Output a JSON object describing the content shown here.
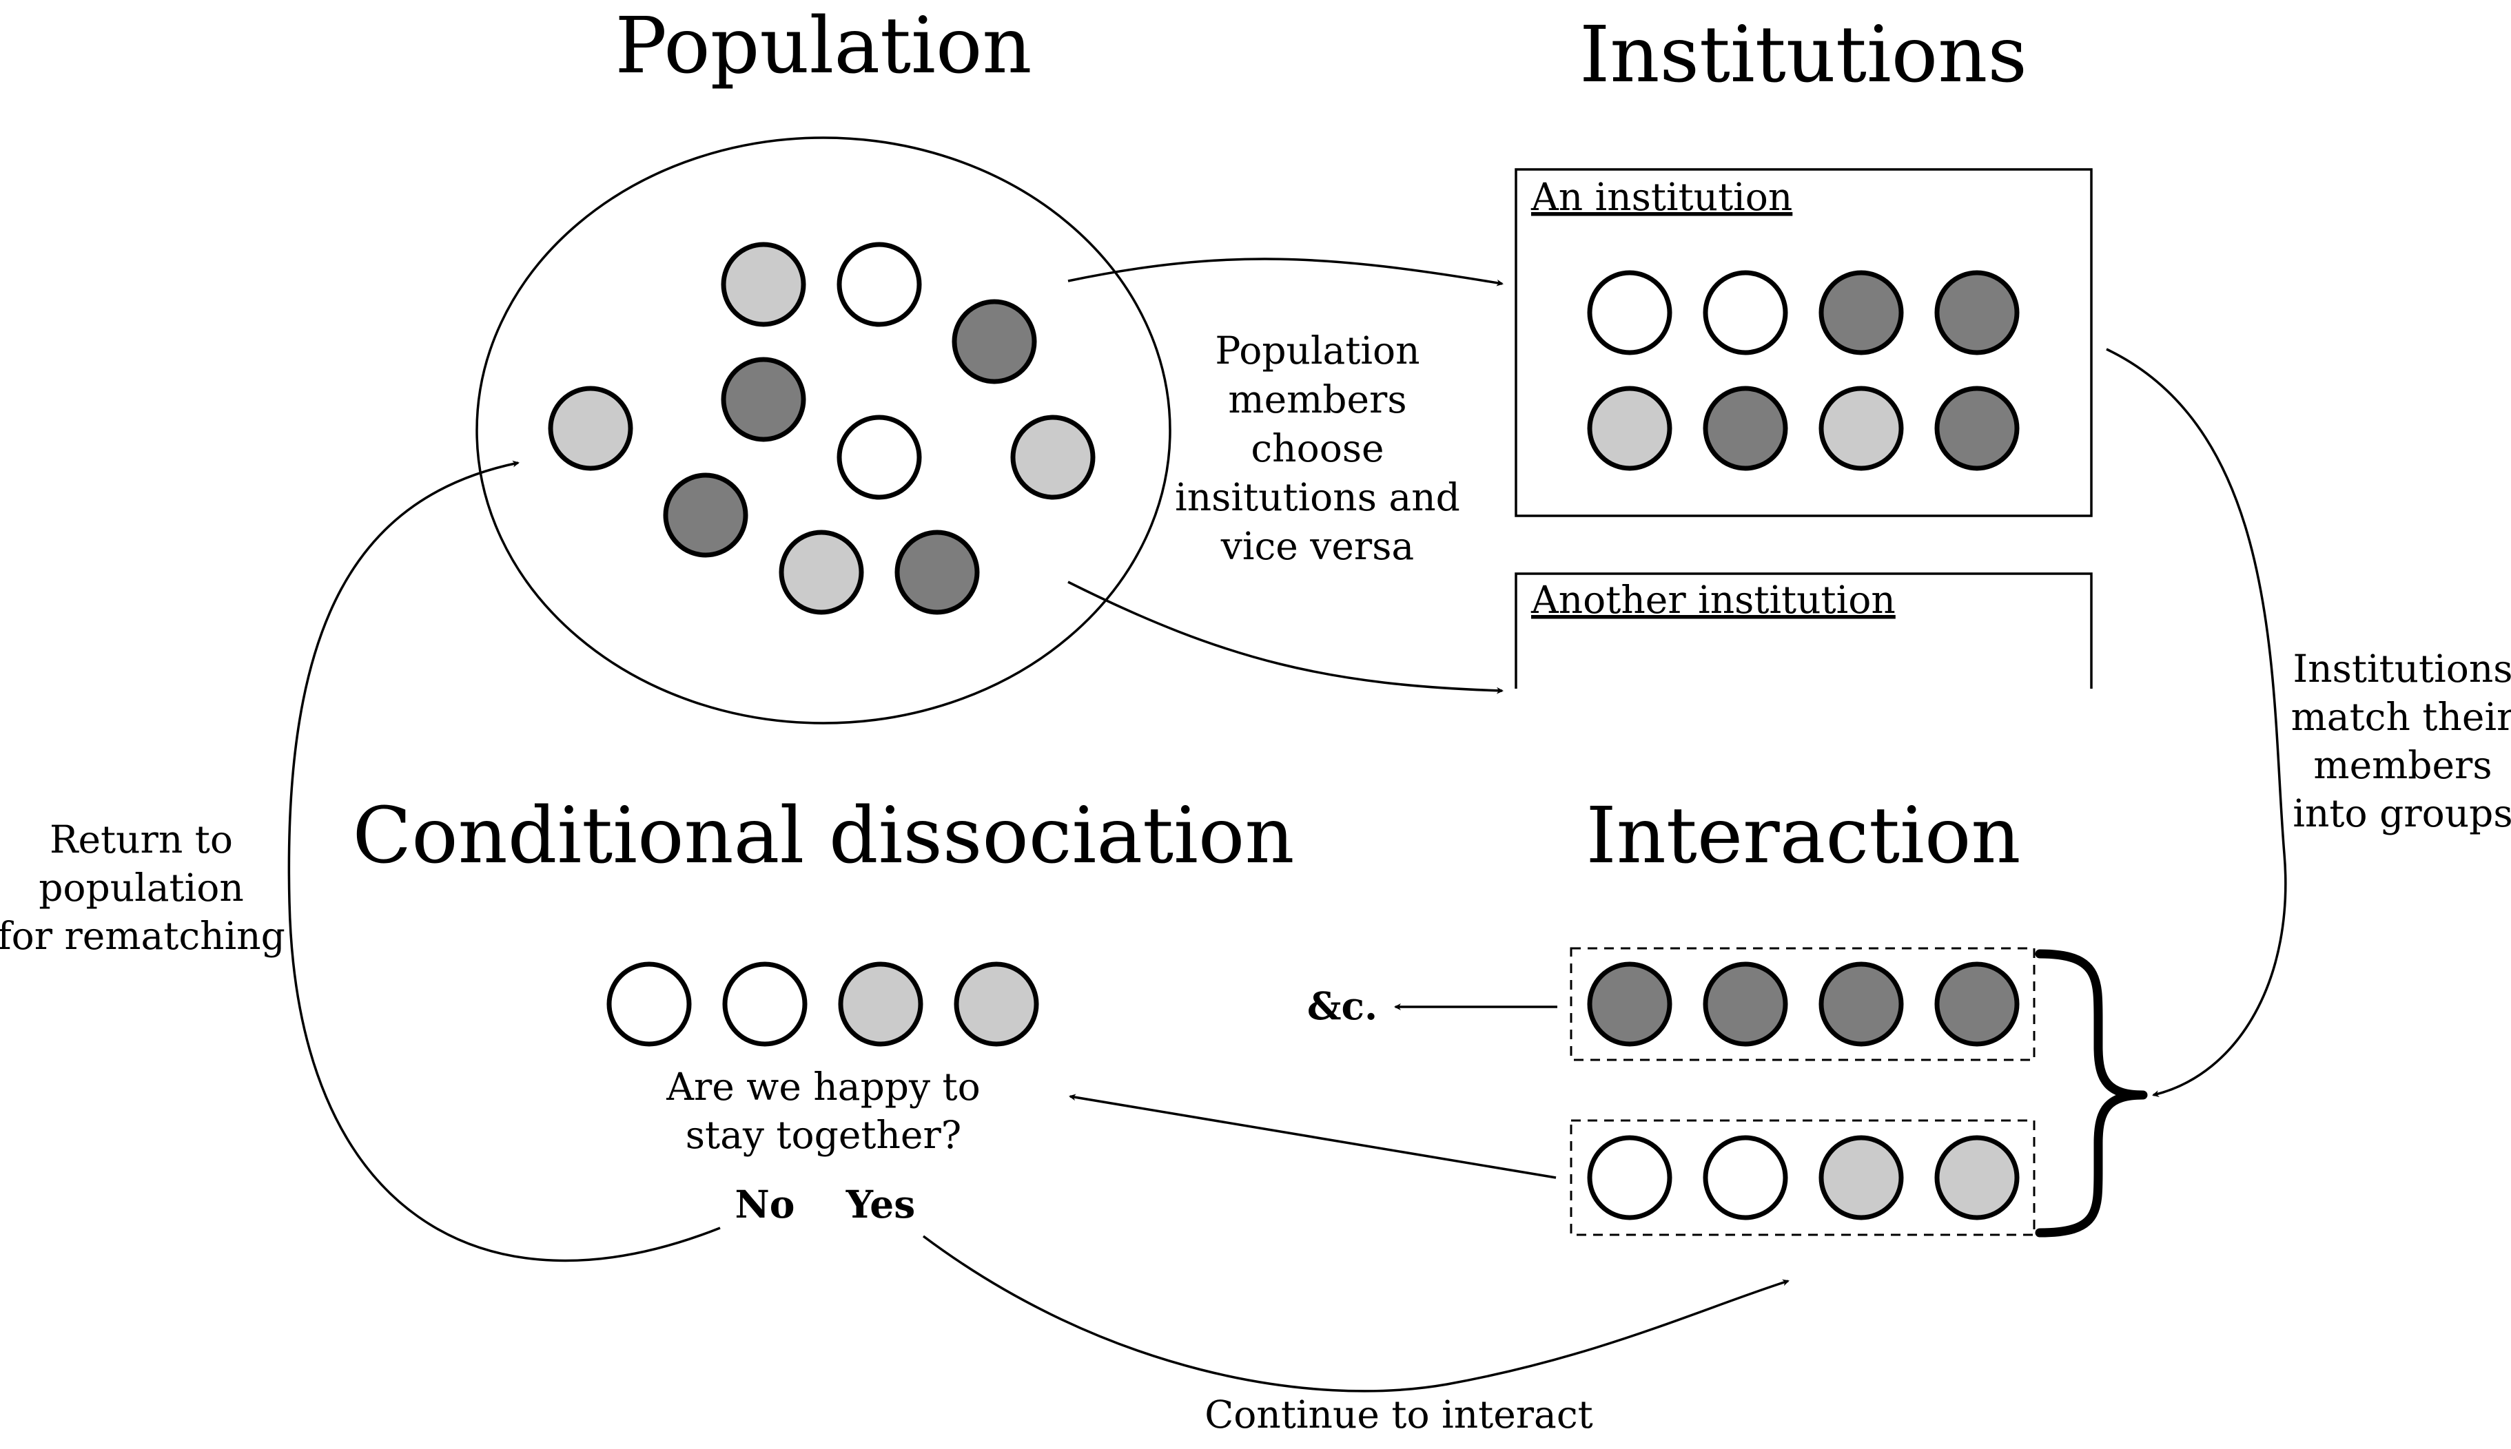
{
  "colors": {
    "white": "#ffffff",
    "light": "#cbcbcb",
    "dark": "#7d7d7d",
    "stroke": "#000000"
  },
  "titles": {
    "population": "Population",
    "institutions": "Institutions",
    "dissociation": "Conditional dissociation",
    "interaction": "Interaction"
  },
  "institutions": {
    "first_label": "An institution",
    "second_label": "Another institution"
  },
  "annotations": {
    "choose": [
      "Population",
      "members",
      "choose",
      "insitutions and",
      "vice versa"
    ],
    "match": [
      "Institutions",
      "match their",
      "members",
      "into groups"
    ],
    "return": [
      "Return to",
      "population",
      "for rematching"
    ],
    "question": [
      "Are we happy to",
      "stay together?"
    ],
    "continue": "Continue to interact",
    "etc": "&c."
  },
  "choices": {
    "no": "No",
    "yes": "Yes"
  },
  "members": {
    "population": [
      "light",
      "white",
      "dark",
      "dark",
      "light",
      "white",
      "light",
      "dark",
      "light",
      "dark"
    ],
    "institution_row1": [
      "white",
      "white",
      "dark",
      "dark"
    ],
    "institution_row2": [
      "light",
      "dark",
      "light",
      "dark"
    ],
    "group1": [
      "dark",
      "dark",
      "dark",
      "dark"
    ],
    "group2": [
      "white",
      "white",
      "light",
      "light"
    ],
    "dissociating_group": [
      "white",
      "white",
      "light",
      "light"
    ]
  }
}
